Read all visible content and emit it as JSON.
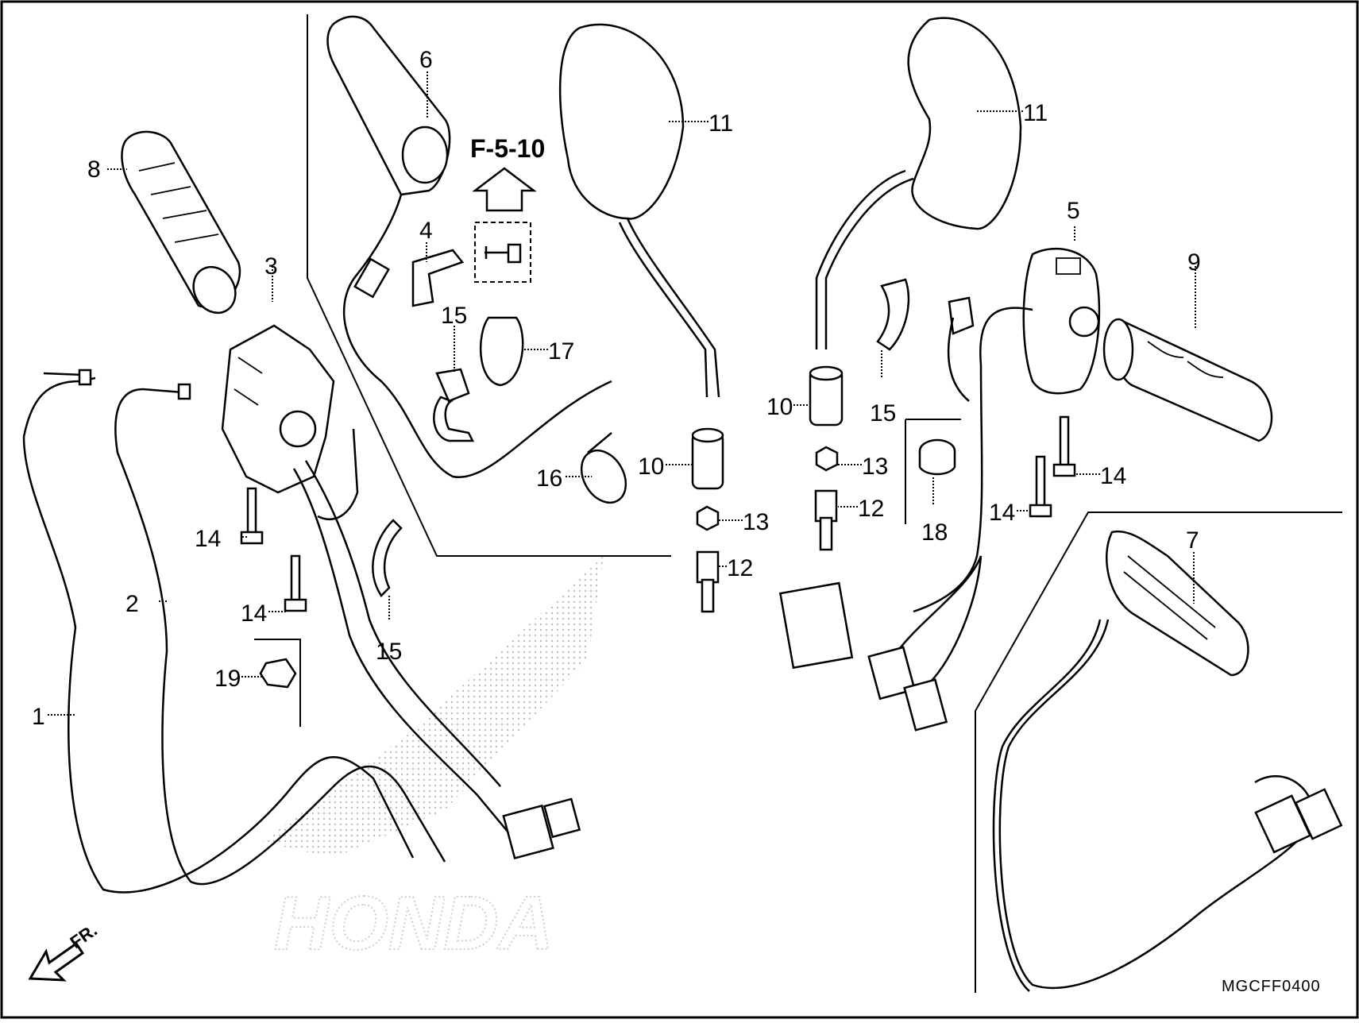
{
  "diagram": {
    "reference_label": "F-5-10",
    "drawing_code": "MGCFF0400",
    "direction_label": "FR.",
    "logo_text": "HONDA"
  },
  "callouts": {
    "c1": "1",
    "c2": "2",
    "c3": "3",
    "c4": "4",
    "c5": "5",
    "c6": "6",
    "c7": "7",
    "c8": "8",
    "c9": "9",
    "c10a": "10",
    "c10b": "10",
    "c11a": "11",
    "c11b": "11",
    "c12a": "12",
    "c12b": "12",
    "c13a": "13",
    "c13b": "13",
    "c14a": "14",
    "c14b": "14",
    "c14c": "14",
    "c14d": "14",
    "c15a": "15",
    "c15b": "15",
    "c15c": "15",
    "c16": "16",
    "c17": "17",
    "c18": "18",
    "c19": "19"
  }
}
